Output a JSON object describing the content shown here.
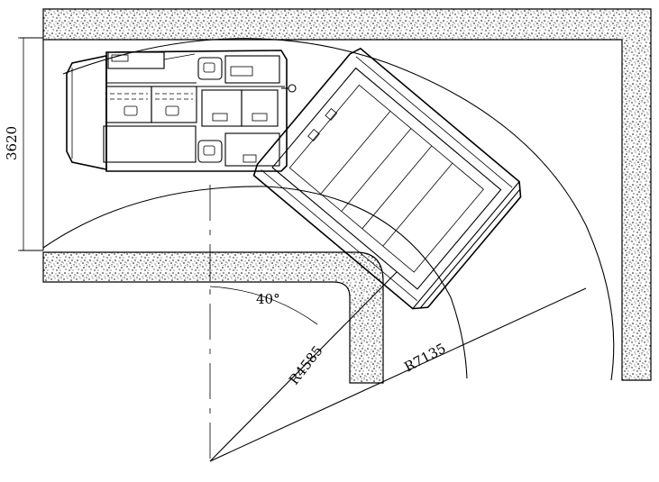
{
  "drawing": {
    "type": "turning-clearance-plan",
    "annotations": {
      "width_dimension": "3620",
      "angle": "40°",
      "inner_radius": "R4585",
      "outer_radius": "R7135"
    }
  }
}
